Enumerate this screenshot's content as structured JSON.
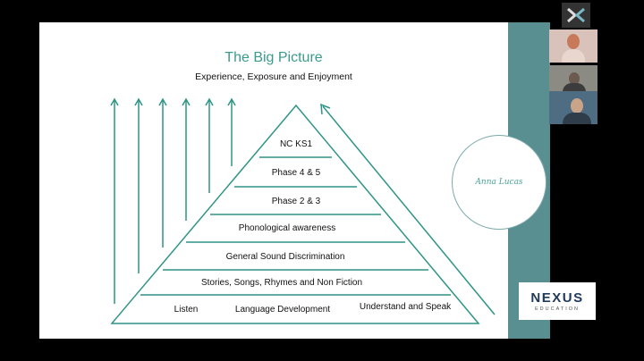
{
  "slide": {
    "title": "The Big Picture",
    "subtitle": "Experience, Exposure and Enjoyment",
    "layers": [
      {
        "id": "nc-ks1",
        "label": "NC KS1"
      },
      {
        "id": "phase-4-5",
        "label": "Phase 4 & 5"
      },
      {
        "id": "phase-2-3",
        "label": "Phase 2 & 3"
      },
      {
        "id": "phonological",
        "label": "Phonological awareness"
      },
      {
        "id": "general-sound",
        "label": "General Sound Discrimination"
      },
      {
        "id": "stories",
        "label": "Stories, Songs, Rhymes and Non Fiction"
      }
    ],
    "base_row": {
      "left": "Listen",
      "center": "Language Development",
      "right": "Understand and Speak"
    }
  },
  "branding": {
    "signature": "Anna Lucas",
    "nexus_word": "NEXUS",
    "nexus_sub": "EDUCATION"
  },
  "colors": {
    "accent": "#3a9a8e",
    "panel": "#5a8f92",
    "navy": "#1f3a5a"
  },
  "icons": {
    "logo": "x-logo-icon",
    "arrows": "up-arrow-icon"
  }
}
